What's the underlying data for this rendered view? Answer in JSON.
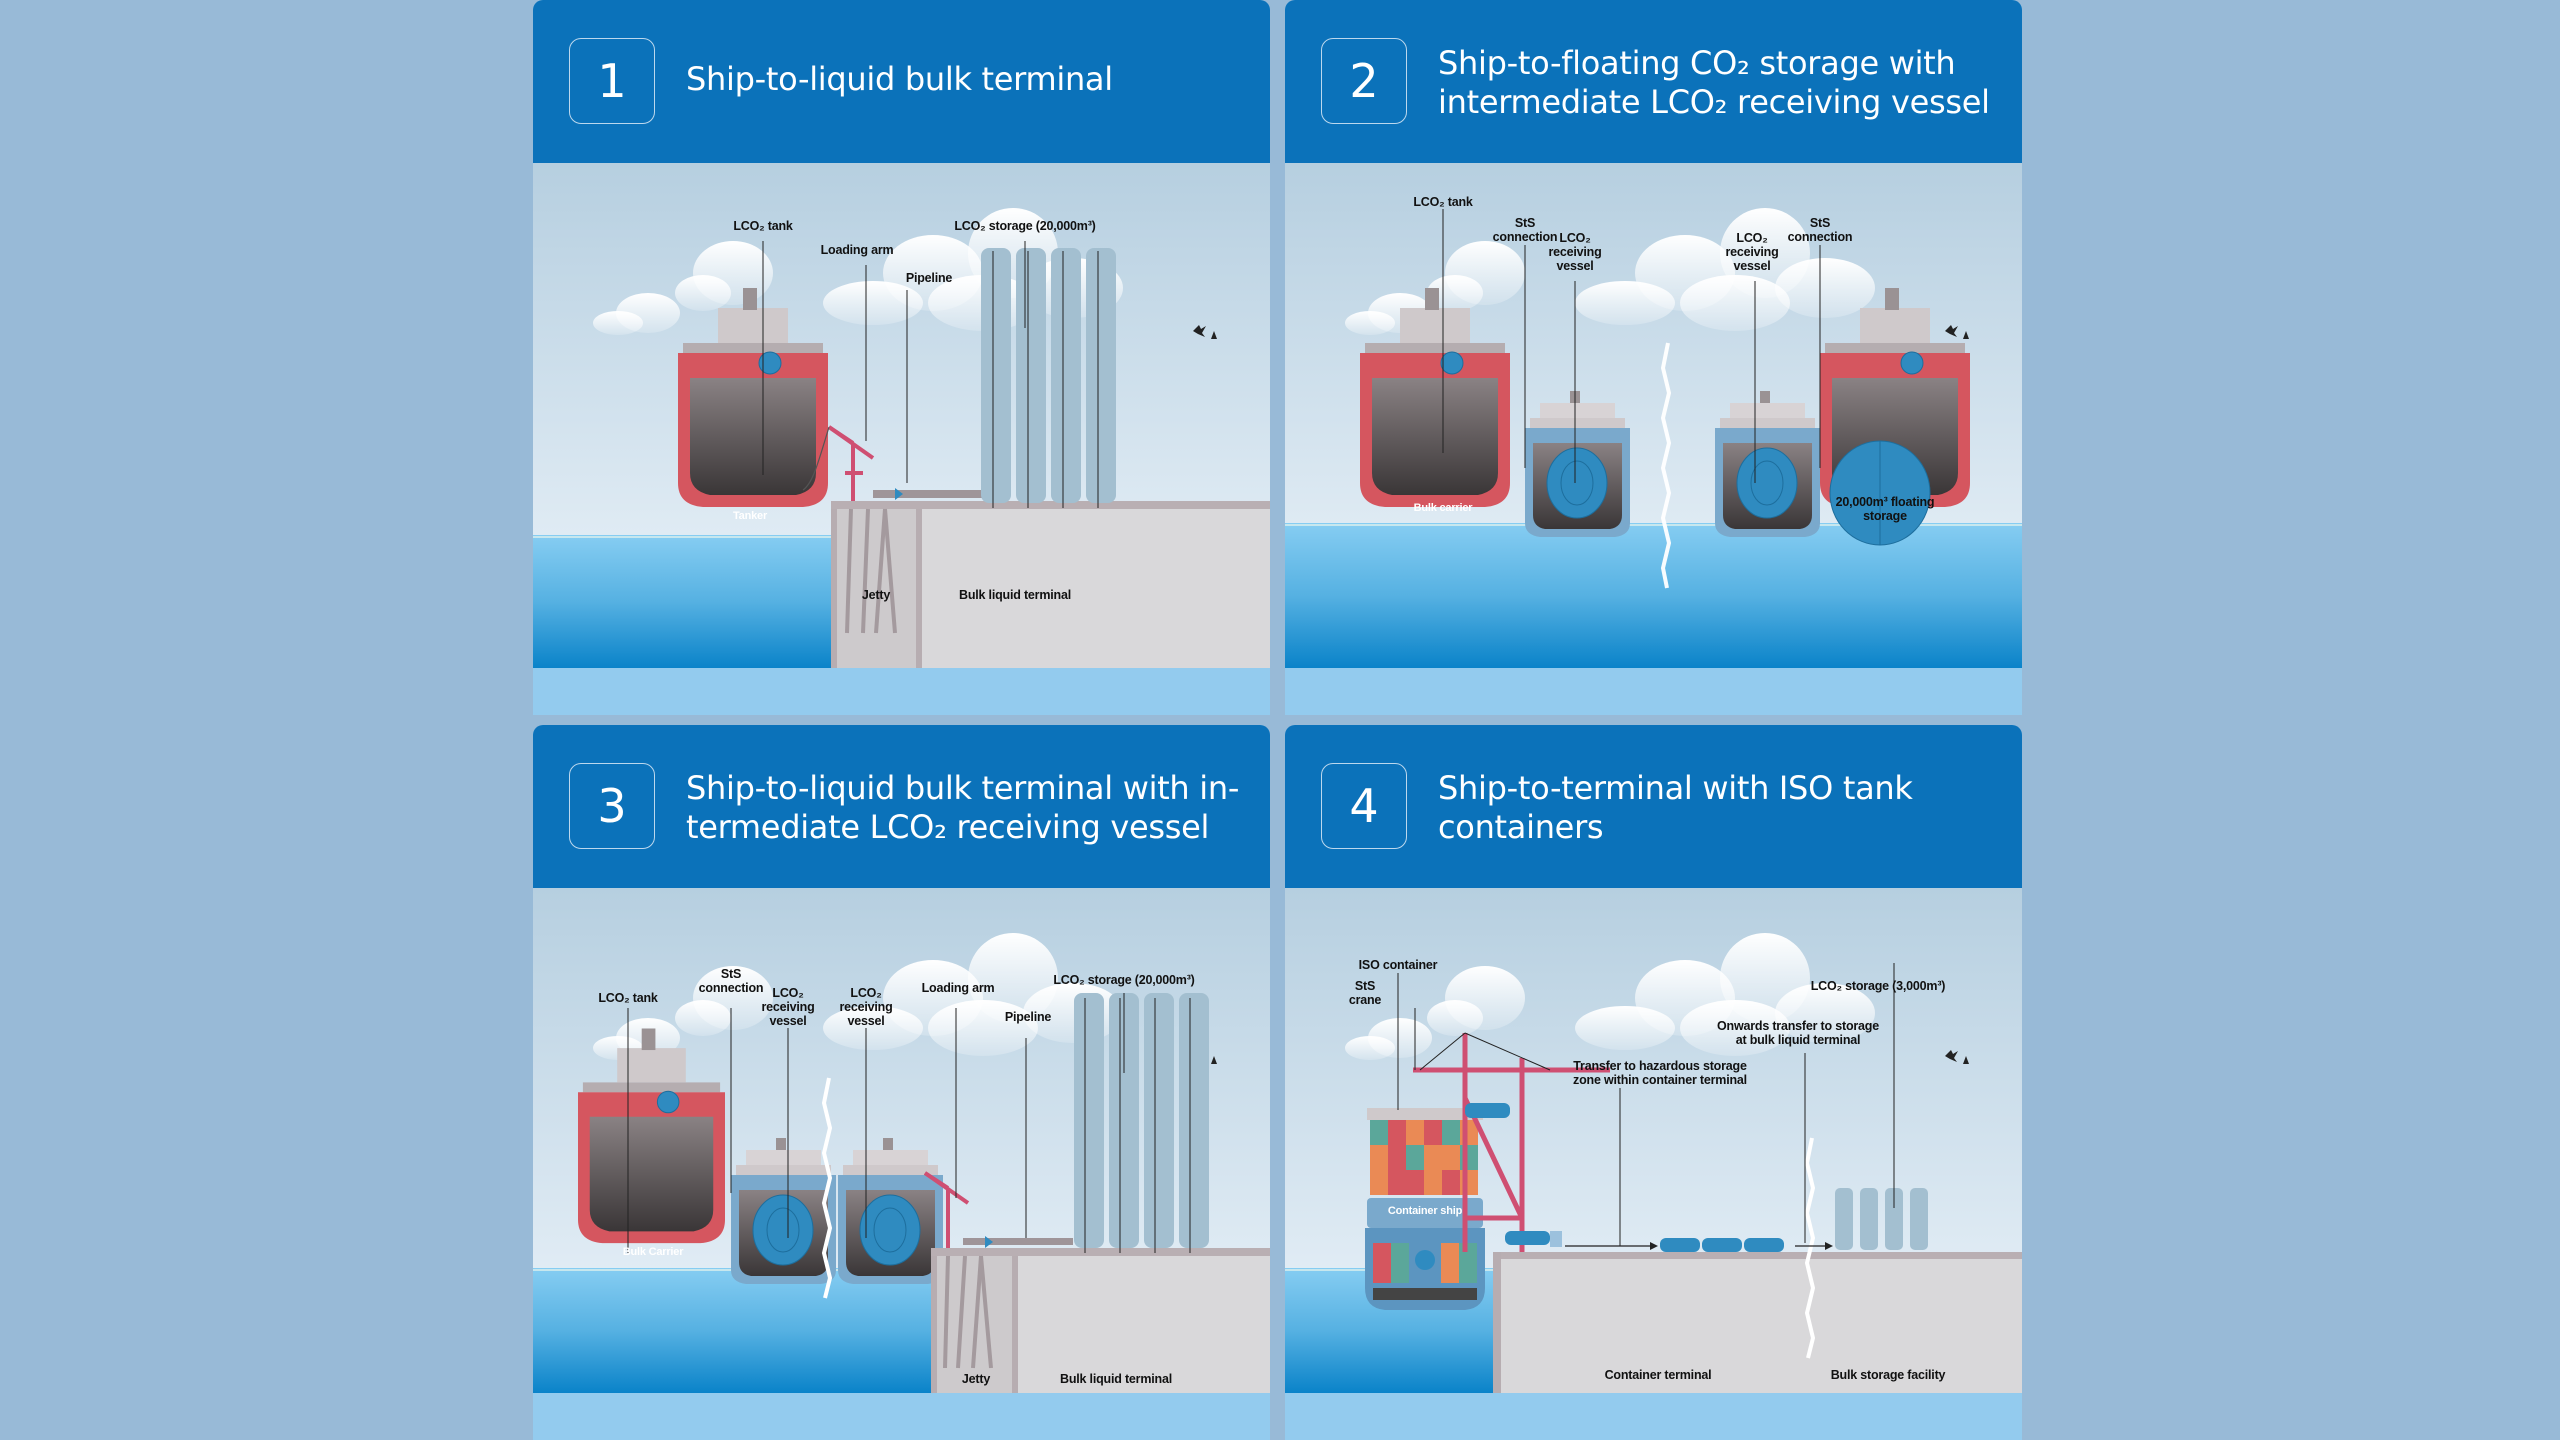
{
  "colors": {
    "background": "#98bad7",
    "header": "#0b72ba",
    "sky_top": "#b6cfe0",
    "sky_bottom": "#e8f2f9",
    "water_top": "#86cdf2",
    "water_bottom": "#0a83c9",
    "ship_red": "#d5565f",
    "tank_blue": "#2f8bc0",
    "terminal_grey": "#d9d8da",
    "crane_pink": "#cf4f72"
  },
  "panels": [
    {
      "number": "1",
      "title_lines": [
        "Ship-to-liquid bulk terminal"
      ],
      "labels": {
        "lco2_tank": "LCO₂ tank",
        "loading_arm": "Loading arm",
        "pipeline": "Pipeline",
        "lco2_storage": "LCO₂ storage (20,000m³)",
        "tanker": "Tanker",
        "jetty": "Jetty",
        "bulk_liquid_terminal": "Bulk liquid terminal"
      }
    },
    {
      "number": "2",
      "title_lines": [
        "Ship-to-floating CO₂ storage with",
        "intermediate LCO₂ receiving vessel"
      ],
      "labels": {
        "lco2_tank": "LCO₂ tank",
        "sts_connection_1": "StS connection",
        "receiving_vessel_1": "LCO₂ receiving vessel",
        "bulk_carrier": "Bulk carrier",
        "receiving_vessel_2": "LCO₂ receiving vessel",
        "sts_connection_2": "StS connection",
        "floating_storage": "20,000m³ floating storage"
      }
    },
    {
      "number": "3",
      "title_lines": [
        "Ship-to-liquid bulk terminal with in-",
        "termediate LCO₂ receiving vessel"
      ],
      "labels": {
        "lco2_tank": "LCO₂ tank",
        "sts_connection": "StS connection",
        "receiving_vessel_1": "LCO₂ receiving vessel",
        "receiving_vessel_2": "LCO₂ receiving vessel",
        "loading_arm": "Loading arm",
        "pipeline": "Pipeline",
        "lco2_storage": "LCO₂ storage (20,000m³)",
        "bulk_carrier": "Bulk Carrier",
        "jetty": "Jetty",
        "bulk_liquid_terminal": "Bulk liquid terminal"
      }
    },
    {
      "number": "4",
      "title_lines": [
        "Ship-to-terminal with ISO tank",
        "containers"
      ],
      "labels": {
        "iso_container": "ISO container",
        "sts_crane": "StS crane",
        "lco2_storage": "LCO₂ storage (3,000m³)",
        "onwards_transfer": "Onwards transfer to storage at bulk liquid terminal",
        "hazardous_transfer": "Transfer to hazardous storage zone within container terminal",
        "container_ship": "Container ship",
        "container_terminal": "Container terminal",
        "bulk_storage_facility": "Bulk storage facility"
      }
    }
  ]
}
